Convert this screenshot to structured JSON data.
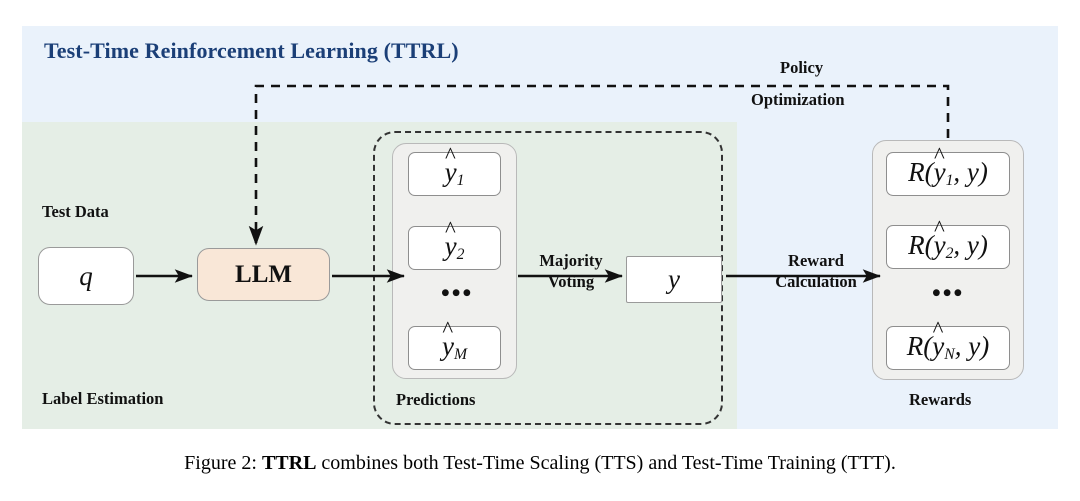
{
  "figure": {
    "title": "Test-Time Reinforcement Learning (TTRL)",
    "caption_prefix": "Figure 2: ",
    "caption_bold": "TTRL",
    "caption_rest": " combines both Test-Time Scaling (TTS) and Test-Time Training (TTT)."
  },
  "colors": {
    "title_blue": "#1b3f77",
    "outer_panel": "#eaf2fb",
    "inner_panel": "#e5eee6",
    "llm_box": "#f9e7d7",
    "group_box": "#f0f0ee",
    "item_box": "#ffffff",
    "stroke": "#333333"
  },
  "labels": {
    "test_data": "Test Data",
    "label_estimation": "Label Estimation",
    "predictions": "Predictions",
    "rewards": "Rewards",
    "majority_line1": "Majority",
    "majority_line2": "Voting",
    "reward_line1": "Reward",
    "reward_line2": "Calculation",
    "policy_line1": "Policy",
    "policy_line2": "Optimization"
  },
  "nodes": {
    "query": "q",
    "llm": "LLM",
    "voted_label": "y"
  },
  "predictions": {
    "items": [
      {
        "base": "y",
        "sub": "1"
      },
      {
        "base": "y",
        "sub": "2"
      },
      {
        "base": "y",
        "sub": "M"
      }
    ],
    "ellipsis": "•••"
  },
  "rewards": {
    "items": [
      {
        "prefix": "R(",
        "base": "y",
        "sub": "1",
        "suffix": ", y)"
      },
      {
        "prefix": "R(",
        "base": "y",
        "sub": "2",
        "suffix": ", y)"
      },
      {
        "prefix": "R(",
        "base": "y",
        "sub": "N",
        "suffix": ", y)"
      }
    ],
    "ellipsis": "•••"
  }
}
